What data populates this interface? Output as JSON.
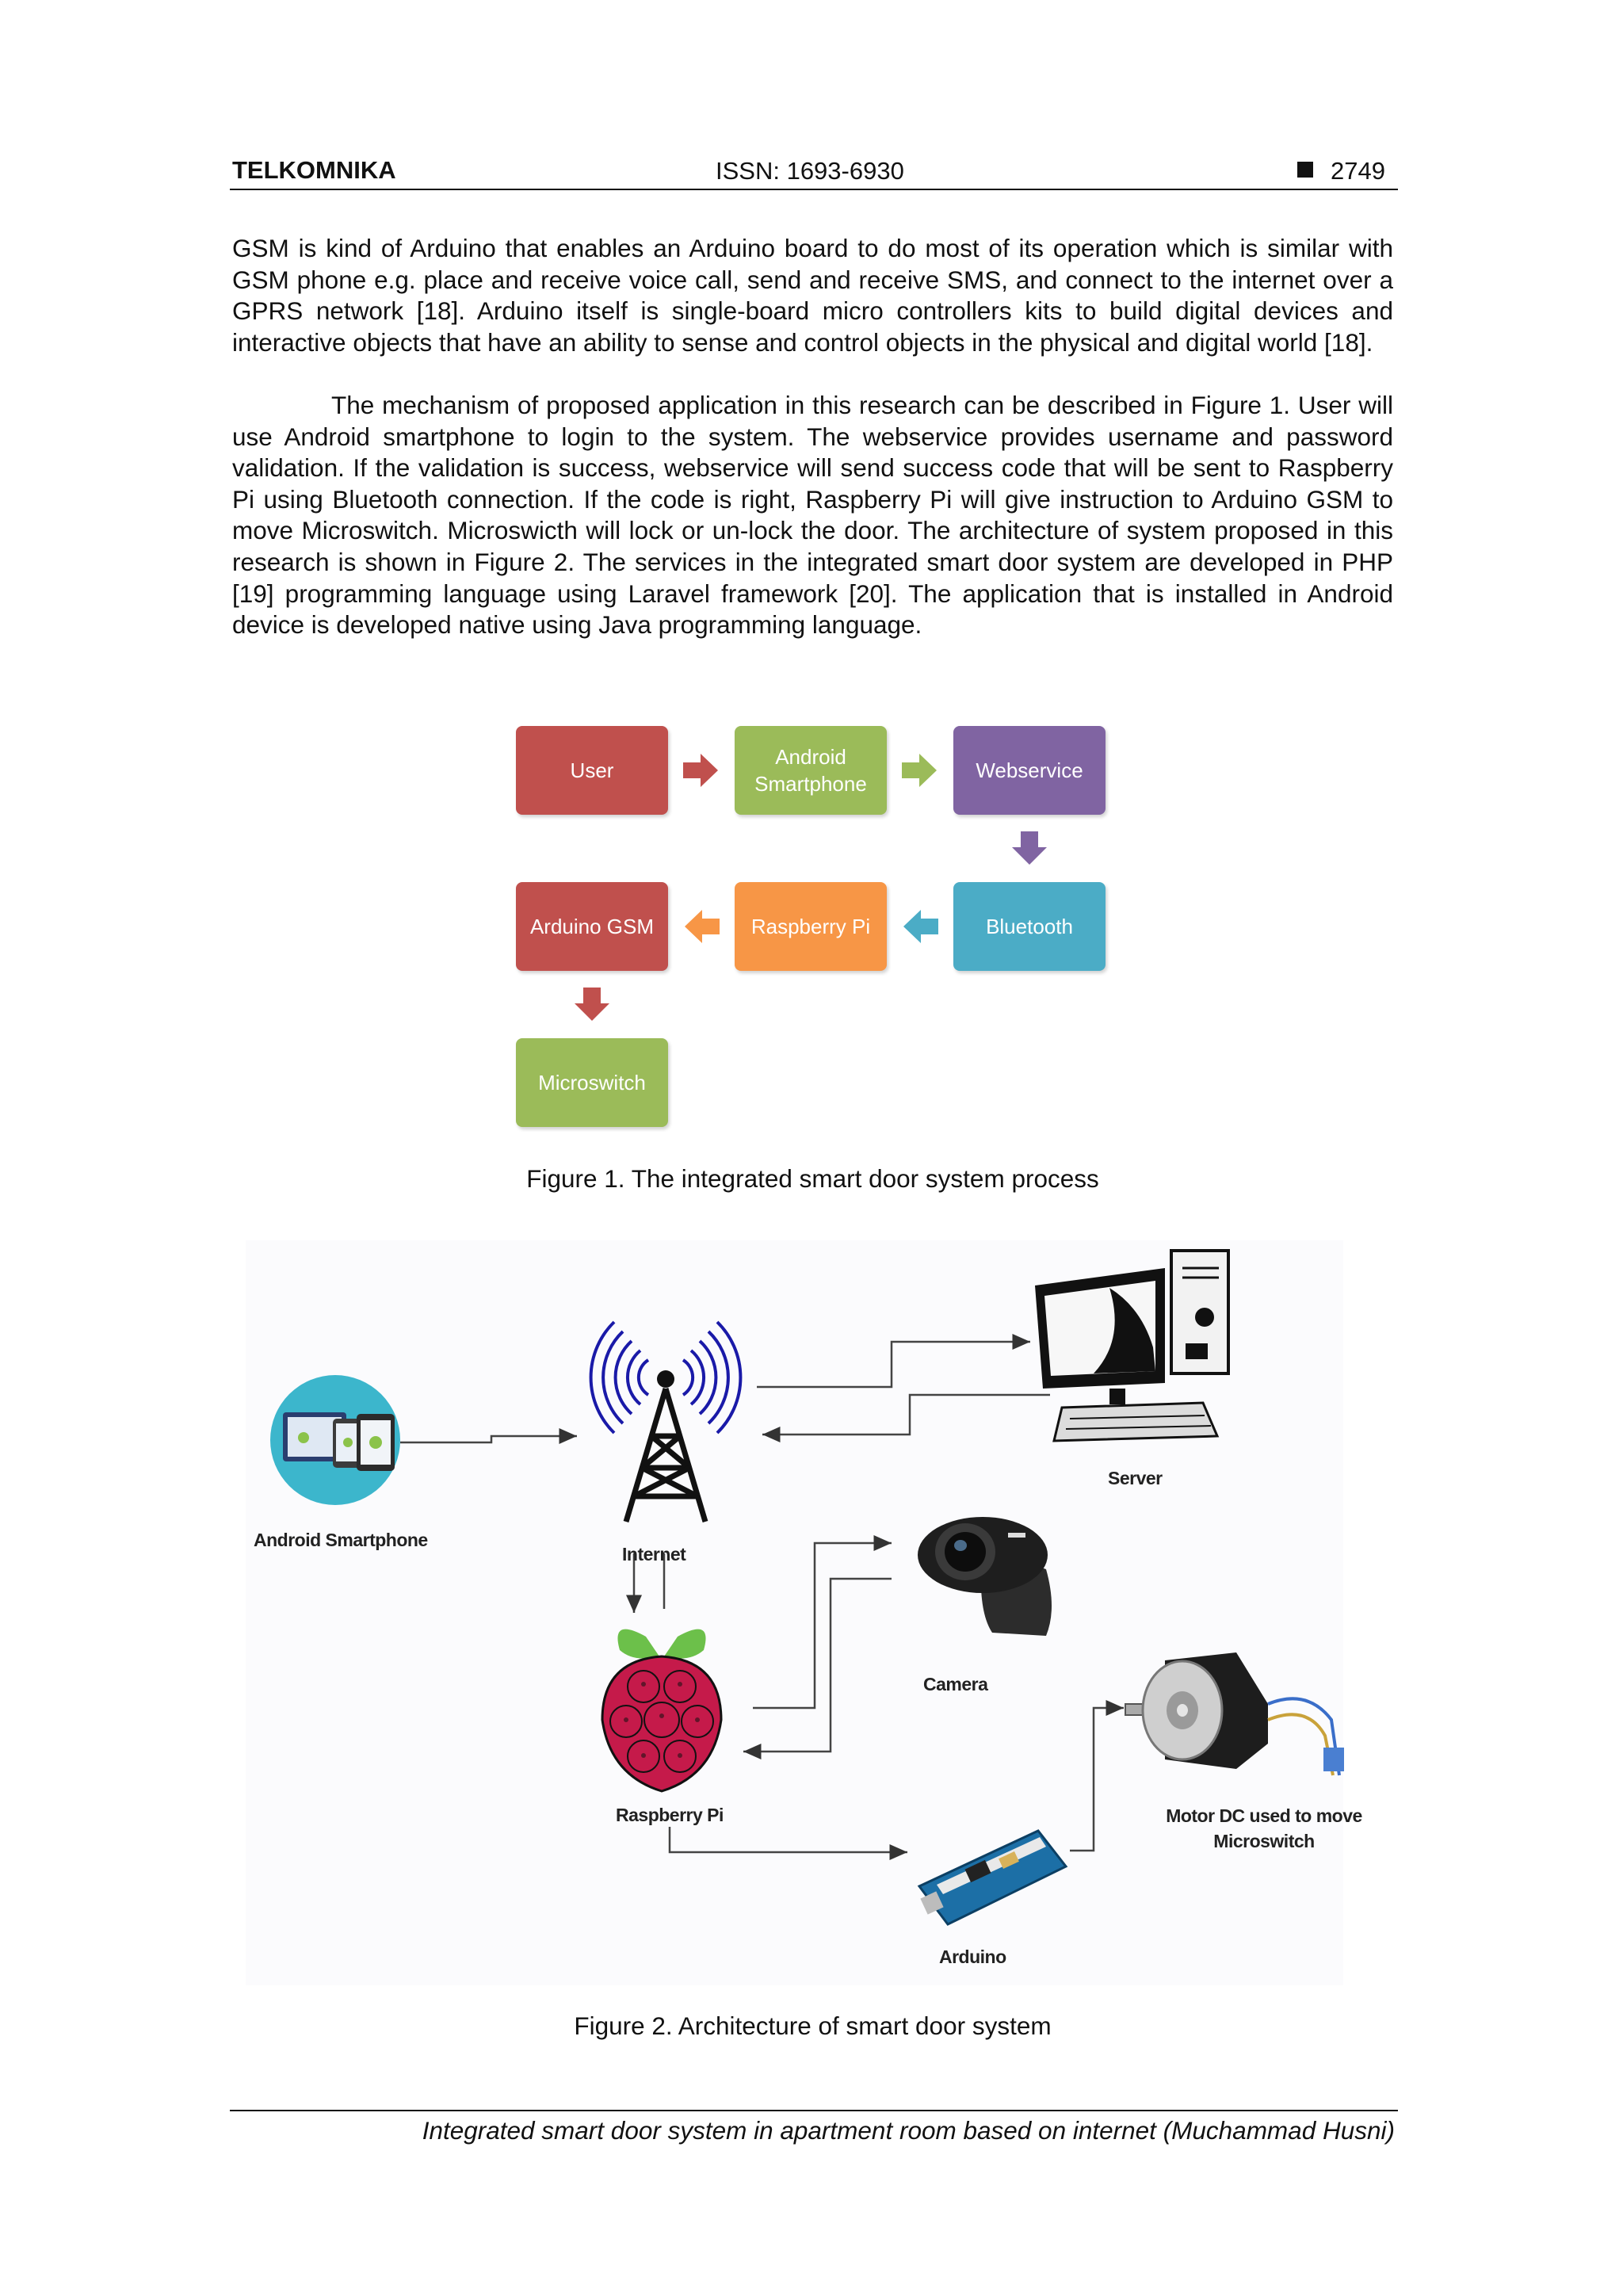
{
  "header": {
    "journal": "TELKOMNIKA",
    "issn": "ISSN: 1693-6930",
    "page_number": "2749"
  },
  "body": {
    "paragraph_1": "GSM is kind of Arduino that enables an Arduino board to do most of its operation which is similar with GSM phone e.g. place and receive voice call, send and receive SMS, and connect to the internet over a GPRS network [18]. Arduino itself is single-board micro controllers kits to build digital devices and interactive objects that have an ability to sense and control objects in the physical and digital world [18].",
    "paragraph_2": "The mechanism of proposed application in this research can be described in Figure 1. User will use Android smartphone to login to the system. The webservice provides username and password validation. If the validation is success, webservice will send success code that will be sent to Raspberry Pi using Bluetooth connection. If the code is right, Raspberry Pi will give instruction to Arduino GSM to move Microswitch. Microswicth will lock or un-lock the door. The architecture of system proposed in this research is shown in Figure 2. The services in the integrated smart door system are developed in PHP [19] programming language using Laravel framework [20]. The application that is installed in Android device is developed native using Java programming language."
  },
  "figure1": {
    "caption": "Figure 1. The integrated smart door system process",
    "steps": {
      "user": "User",
      "android_smartphone": "Android Smartphone",
      "webservice": "Webservice",
      "bluetooth": "Bluetooth",
      "raspberry_pi": "Raspberry Pi",
      "arduino_gsm": "Arduino GSM",
      "microswitch": "Microswitch"
    },
    "colors": {
      "red": "#c0504d",
      "green": "#9bbb59",
      "purple": "#8064a2",
      "blue": "#4bacc6",
      "orange": "#f79646"
    }
  },
  "figure2": {
    "caption": "Figure 2. Architecture of smart door system",
    "labels": {
      "android_smartphone": "Android Smartphone",
      "internet": "Internet",
      "server": "Server",
      "camera": "Camera",
      "raspberry_pi": "Raspberry Pi",
      "motor": "Motor DC used to move Microswitch",
      "arduino": "Arduino"
    },
    "icons": [
      "smartphone-icon",
      "antenna-icon",
      "server-computer-icon",
      "webcam-icon",
      "raspberry-pi-icon",
      "motor-icon",
      "arduino-board-icon"
    ]
  },
  "footer": {
    "running_title": "Integrated smart door system in apartment room based on internet (Muchammad Husni)"
  }
}
